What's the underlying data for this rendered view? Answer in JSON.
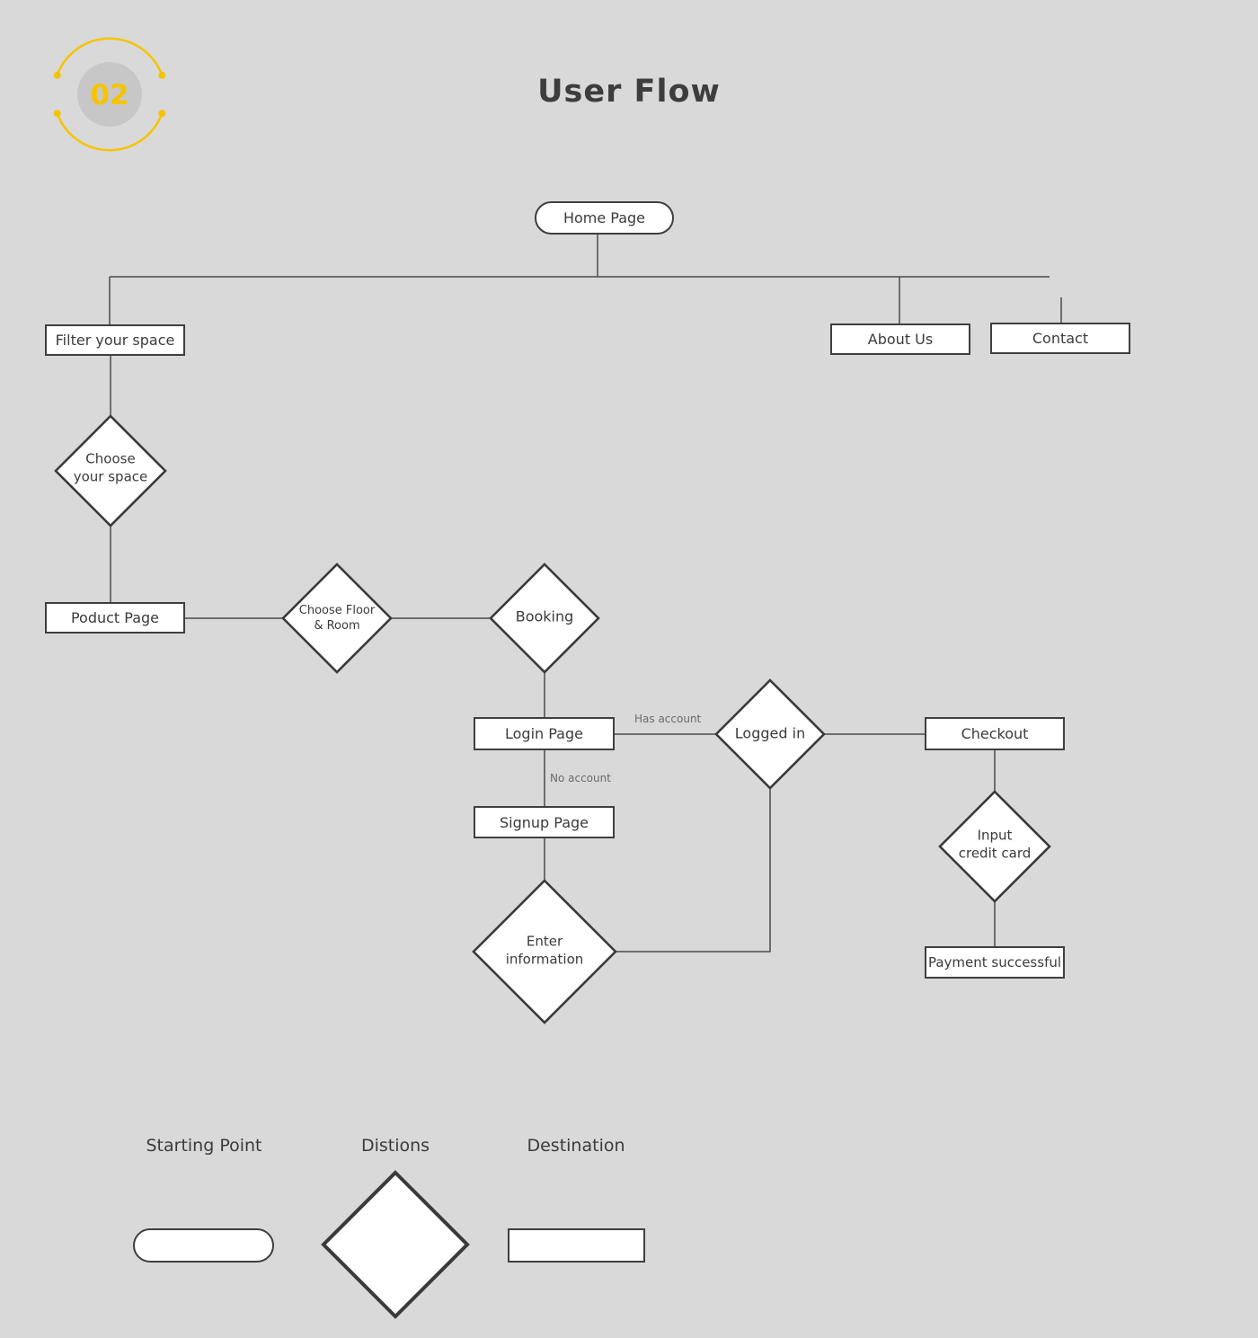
{
  "header": {
    "badge": "02",
    "title": "User Flow"
  },
  "nodes": {
    "home_page": "Home Page",
    "filter_your_space": "Filter your space",
    "about_us": "About Us",
    "contact": "Contact",
    "choose_your_space": "Choose\nyour space",
    "product_page": "Poduct Page",
    "choose_floor_room": "Choose Floor\n& Room",
    "booking": "Booking",
    "login_page": "Login Page",
    "logged_in": "Logged in",
    "checkout": "Checkout",
    "signup_page": "Signup Page",
    "enter_information": "Enter\ninformation",
    "input_credit_card": "Input\ncredit card",
    "payment_successful": "Payment successful"
  },
  "edge_labels": {
    "has_account": "Has account",
    "no_account": "No account"
  },
  "legend": {
    "starting_point": "Starting Point",
    "decisions": "Distions",
    "destination": "Destination"
  },
  "colors": {
    "background": "#d9d9d9",
    "shape_fill": "#ffffff",
    "shape_stroke": "#3f3f3f",
    "connector": "#4a4a4a",
    "accent_yellow": "#f5c400",
    "badge_circle": "#c7c7c7",
    "edge_label_text": "#6b6b6b"
  }
}
